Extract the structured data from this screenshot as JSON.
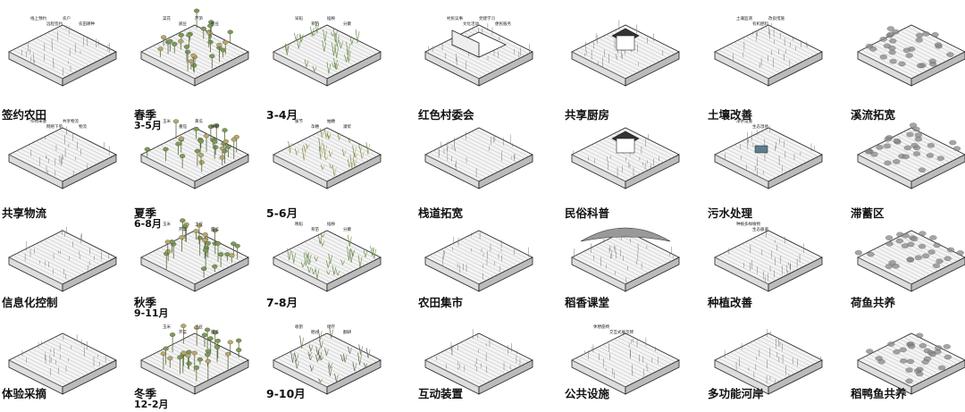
{
  "columns": [
    {
      "id": "c1",
      "cells": [
        {
          "title": "签约农田",
          "labels": [
            "线上预约",
            "远程签约",
            "农户",
            "农田耕种"
          ]
        },
        {
          "title": "共享物流",
          "labels": [
            "作物采收",
            "网络下单",
            "共享物流",
            "物流"
          ]
        },
        {
          "title": "信息化控制",
          "labels": []
        },
        {
          "title": "体验采摘",
          "labels": []
        }
      ]
    },
    {
      "id": "c2",
      "cells": [
        {
          "title": "春季",
          "sub": "3-5月",
          "labels": [
            "菜花",
            "豌豆",
            "芦笋",
            "蚕豆"
          ]
        },
        {
          "title": "夏季",
          "sub": "6-8月",
          "labels": [
            "玉米",
            "番茄",
            "黄瓜",
            "辣椒"
          ]
        },
        {
          "title": "秋季",
          "sub": "9-11月",
          "labels": [
            "玉米",
            "芹菜",
            "土豆",
            "甜瓜"
          ]
        },
        {
          "title": "冬季",
          "sub": "12-2月",
          "labels": [
            "玉米",
            "芹菜",
            "土豆",
            "甜瓜"
          ]
        }
      ]
    },
    {
      "id": "c3",
      "cells": [
        {
          "title": "3-4月",
          "labels": [
            "早稻",
            "育苗",
            "插秧",
            "分蘖"
          ]
        },
        {
          "title": "5-6月",
          "labels": [
            "拔节",
            "孕穗",
            "抽穗",
            "灌浆"
          ]
        },
        {
          "title": "7-8月",
          "labels": [
            "晚稻",
            "育苗",
            "插秧",
            "分蘖"
          ]
        },
        {
          "title": "9-10月",
          "labels": [
            "收割",
            "晒谷",
            "储存",
            "翻耕"
          ]
        }
      ]
    },
    {
      "id": "c4",
      "cells": [
        {
          "title": "红色村委会",
          "labels": [
            "村民议事",
            "文化活动",
            "党建学习",
            "便民服务"
          ]
        },
        {
          "title": "栈道拓宽",
          "labels": []
        },
        {
          "title": "农田集市",
          "labels": []
        },
        {
          "title": "互动装置",
          "labels": []
        }
      ]
    },
    {
      "id": "c5",
      "cells": [
        {
          "title": "共享厨房",
          "labels": []
        },
        {
          "title": "民俗科普",
          "labels": []
        },
        {
          "title": "稻香课堂",
          "labels": []
        },
        {
          "title": "公共设施",
          "labels": [
            "休憩座椅",
            "交互式展示牌"
          ]
        }
      ]
    },
    {
      "id": "c6",
      "cells": [
        {
          "title": "土壤改善",
          "labels": [
            "土壤监测",
            "有机肥料",
            "改良措施"
          ]
        },
        {
          "title": "污水处理",
          "labels": [
            "净水设施",
            "生态湿地"
          ]
        },
        {
          "title": "种植改善",
          "labels": [
            "种植多样植物",
            "生态廊道"
          ]
        },
        {
          "title": "多功能河岸",
          "labels": []
        }
      ]
    },
    {
      "id": "c7",
      "cells": [
        {
          "title": "溪流拓宽",
          "labels": []
        },
        {
          "title": "滞蓄区",
          "labels": []
        },
        {
          "title": "荷鱼共养",
          "labels": []
        },
        {
          "title": "稻鸭鱼共养",
          "labels": []
        }
      ]
    }
  ]
}
